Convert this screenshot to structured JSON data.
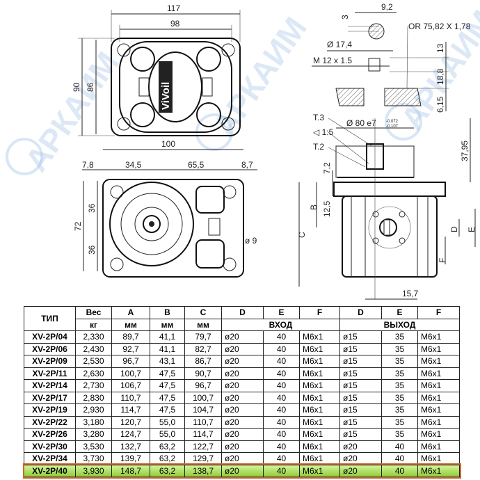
{
  "watermark": "АРКАИМ",
  "logo": "ViVoil",
  "top_view": {
    "dims": {
      "width_overall": "117",
      "width_inner": "98",
      "height_overall": "90",
      "height_inner": "86"
    }
  },
  "front_view": {
    "dims": {
      "width": "100",
      "left_edge": "7,8",
      "left_to_center": "34,5",
      "center_to_right": "65,5",
      "right_edge": "8,7",
      "height": "72",
      "upper_half": "36",
      "lower_half": "36",
      "hole_dia": "ø 9"
    }
  },
  "port_section": {
    "labels": {
      "oring_h": "3",
      "oring_w": "9,2",
      "oring": "OR 75,82 X 1,78",
      "bore": "Ø 17,4",
      "thread": "M 12 x 1.5",
      "d13": "13",
      "d18": "18,8",
      "d6": "6,15"
    }
  },
  "side_view": {
    "labels": {
      "t3": "T.3",
      "taper": "◁ 1:5",
      "t2": "T.2",
      "pilot": "Ø 80 e7",
      "tol_upper": "-0.072",
      "tol_lower": "-0.107",
      "shaft_len": "37,95",
      "d72": "7,2",
      "flange": "12,5",
      "C": "C",
      "B": "B",
      "D": "D",
      "E": "E",
      "F": "F",
      "offset": "15,7"
    }
  },
  "table": {
    "headers_row1": [
      "ТИП",
      "Вес",
      "A",
      "B",
      "C",
      "D",
      "E",
      "F",
      "D",
      "E",
      "F"
    ],
    "headers_row2": [
      "кг",
      "мм",
      "мм",
      "мм",
      "ВХОД",
      "ВЫХОД"
    ],
    "rows": [
      [
        "XV-2P/04",
        "2,330",
        "89,7",
        "41,1",
        "79,7",
        "ø20",
        "40",
        "M6x1",
        "ø15",
        "35",
        "M6x1"
      ],
      [
        "XV-2P/06",
        "2,430",
        "92,7",
        "41,1",
        "82,7",
        "ø20",
        "40",
        "M6x1",
        "ø15",
        "35",
        "M6x1"
      ],
      [
        "XV-2P/09",
        "2,530",
        "96,7",
        "43,1",
        "86,7",
        "ø20",
        "40",
        "M6x1",
        "ø15",
        "35",
        "M6x1"
      ],
      [
        "XV-2P/11",
        "2,630",
        "100,7",
        "47,5",
        "90,7",
        "ø20",
        "40",
        "M6x1",
        "ø15",
        "35",
        "M6x1"
      ],
      [
        "XV-2P/14",
        "2,730",
        "106,7",
        "47,5",
        "96,7",
        "ø20",
        "40",
        "M6x1",
        "ø15",
        "35",
        "M6x1"
      ],
      [
        "XV-2P/17",
        "2,830",
        "110,7",
        "47,5",
        "100,7",
        "ø20",
        "40",
        "M6x1",
        "ø15",
        "35",
        "M6x1"
      ],
      [
        "XV-2P/19",
        "2,930",
        "114,7",
        "47,5",
        "104,7",
        "ø20",
        "40",
        "M6x1",
        "ø15",
        "35",
        "M6x1"
      ],
      [
        "XV-2P/22",
        "3,180",
        "120,7",
        "55,0",
        "110,7",
        "ø20",
        "40",
        "M6x1",
        "ø15",
        "35",
        "M6x1"
      ],
      [
        "XV-2P/26",
        "3,280",
        "124,7",
        "55,0",
        "114,7",
        "ø20",
        "40",
        "M6x1",
        "ø15",
        "35",
        "M6x1"
      ],
      [
        "XV-2P/30",
        "3,530",
        "132,7",
        "63,2",
        "122,7",
        "ø20",
        "40",
        "M6x1",
        "ø20",
        "40",
        "M6x1"
      ],
      [
        "XV-2P/34",
        "3,730",
        "139,7",
        "63,2",
        "129,7",
        "ø20",
        "40",
        "M6x1",
        "ø20",
        "40",
        "M6x1"
      ],
      [
        "XV-2P/40",
        "3,930",
        "148,7",
        "63,2",
        "138,7",
        "ø20",
        "40",
        "M6x1",
        "ø20",
        "40",
        "M6x1"
      ]
    ],
    "highlight_row": 11,
    "highlight_color": "#8fd03a"
  }
}
